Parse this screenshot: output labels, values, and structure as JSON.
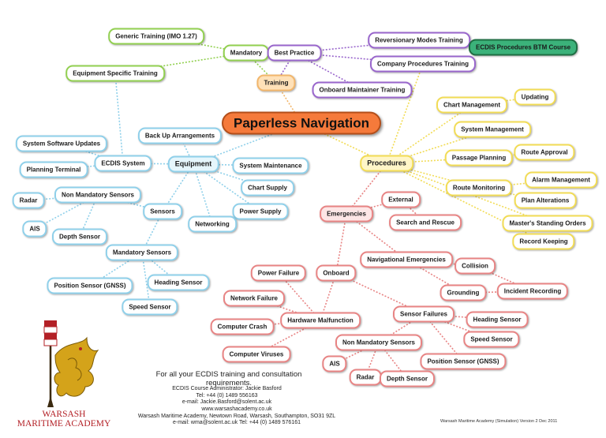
{
  "central": "Paperless Navigation",
  "training": {
    "label": "Training",
    "mandatory": "Mandatory",
    "generic": "Generic Training (IMO 1.27)",
    "equipment_specific": "Equipment Specific Training",
    "best_practice": "Best Practice",
    "reversionary": "Reversionary Modes Training",
    "ecdis_btm": "ECDIS Procedures BTM Course",
    "company_procedures": "Company Procedures Training",
    "onboard_maintainer": "Onboard Maintainer Training"
  },
  "equipment": {
    "label": "Equipment",
    "backup": "Back Up Arrangements",
    "ecdis_system": "ECDIS System",
    "software_updates": "System Software Updates",
    "planning_terminal": "Planning Terminal",
    "system_maintenance": "System Maintenance",
    "chart_supply": "Chart Supply",
    "power_supply": "Power Supply",
    "networking": "Networking",
    "sensors": "Sensors",
    "non_mandatory_sensors": "Non Mandatory Sensors",
    "radar": "Radar",
    "ais": "AIS",
    "depth_sensor": "Depth Sensor",
    "mandatory_sensors": "Mandatory Sensors",
    "position_sensor": "Position Sensor (GNSS)",
    "heading_sensor": "Heading Sensor",
    "speed_sensor": "Speed Sensor"
  },
  "procedures": {
    "label": "Procedures",
    "chart_management": "Chart Management",
    "updating": "Updating",
    "system_management": "System Management",
    "passage_planning": "Passage Planning",
    "route_approval": "Route Approval",
    "route_monitoring": "Route Monitoring",
    "alarm_management": "Alarm Management",
    "plan_alterations": "Plan Alterations",
    "standing_orders": "Master's Standing Orders",
    "record_keeping": "Record Keeping"
  },
  "emergencies": {
    "label": "Emergencies",
    "external": "External",
    "search_rescue": "Search and Rescue",
    "onboard": "Onboard",
    "nav_emergencies": "Navigational Emergencies",
    "collision": "Collision",
    "grounding": "Grounding",
    "incident_recording": "Incident Recording",
    "power_failure": "Power Failure",
    "network_failure": "Network Failure",
    "hardware_malfunction": "Hardware Malfunction",
    "computer_crash": "Computer Crash",
    "computer_viruses": "Computer Viruses",
    "sensor_failures": "Sensor Failures",
    "heading_sensor": "Heading Sensor",
    "speed_sensor": "Speed Sensor",
    "position_sensor": "Position Sensor (GNSS)",
    "non_mandatory_sensors": "Non Mandatory Sensors",
    "ais": "AIS",
    "radar": "Radar",
    "depth_sensor": "Depth Sensor"
  },
  "footer": {
    "tagline": "For all your ECDIS training and consultation requirements.",
    "admin_line1": "ECDIS Course Administrator: Jackie Basford",
    "admin_line2": "Tel: +44 (0) 1489 556163",
    "admin_line3": "e-mail: Jackie.Basford@solent.ac.uk",
    "web_line1": "www.warsashacademy.co.uk",
    "web_line2": "Warsash Maritime Academy, Newtown Road, Warsash, Southampton, SO31 9ZL",
    "web_line3": "e-mail: wma@solent.ac.uk      Tel: +44 (0) 1489 576161",
    "version": "Warsash Maritime Academy (Simulation)   Version 2   Dec 2011"
  },
  "logo": {
    "line1": "WARSASH",
    "line2": "MARITIME ACADEMY"
  },
  "colors": {
    "green_branch": "#92d050",
    "purple_branch": "#9966cc",
    "orange_branch": "#f2b66b",
    "yellow_branch": "#f2dc55",
    "blue_branch": "#8fd0ea",
    "red_branch": "#e88484",
    "central_fill": "#f57a3b",
    "logo_red": "#b32026",
    "logo_gold": "#d4a31a"
  }
}
